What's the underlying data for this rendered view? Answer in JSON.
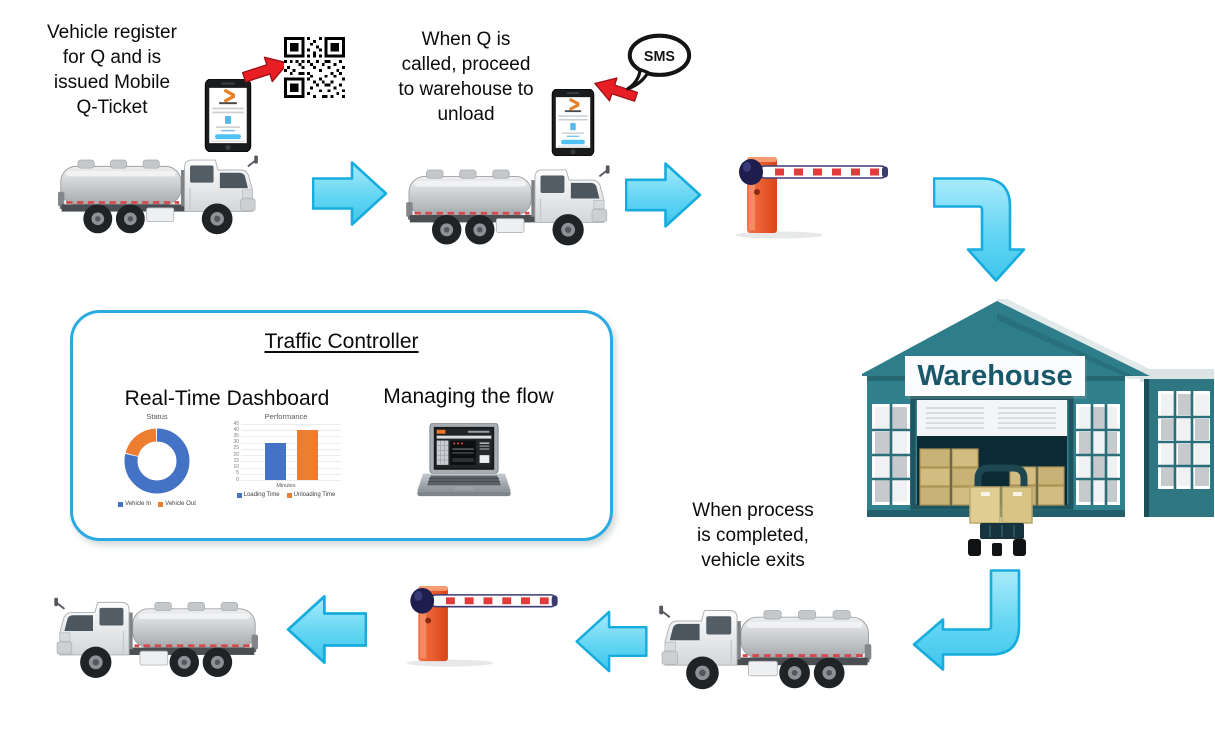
{
  "flow": {
    "step1_text": "Vehicle register\nfor Q and is\nissued Mobile\nQ-Ticket",
    "step2_text": "When Q is\ncalled, proceed\nto warehouse to\nunload",
    "step3_text": "When process\nis completed,\nvehicle exits",
    "sms_label": "SMS",
    "warehouse_sign": "Warehouse"
  },
  "traffic_controller": {
    "title": "Traffic Controller",
    "dashboard_label": "Real-Time Dashboard",
    "managing_label": "Managing the flow"
  },
  "chart_data": [
    {
      "type": "pie",
      "subtype": "donut",
      "title": "Status",
      "labels": [
        "Vehicle In",
        "Vehicle Out"
      ],
      "values": [
        79,
        21
      ],
      "colors": [
        "#4472C4",
        "#ED7D31"
      ],
      "legend_position": "bottom"
    },
    {
      "type": "bar",
      "title": "Performance",
      "categories": [
        "Minutes"
      ],
      "series": [
        {
          "name": "Loading Time",
          "values": [
            30
          ],
          "color": "#4472C4"
        },
        {
          "name": "Unloading Time",
          "values": [
            40
          ],
          "color": "#ED7D31"
        }
      ],
      "ylim": [
        0,
        45
      ],
      "ytick_step": 5,
      "grid": true,
      "legend_position": "bottom"
    }
  ],
  "colors": {
    "flow_arrow_fill": "#5BD6F2",
    "flow_arrow_border": "#17ACDE",
    "controller_border": "#2BAAE2",
    "warehouse_teal": "#2E7D8A",
    "barrier_orange": "#E85325",
    "red_arrow": "#E81E25",
    "chart_blue": "#4472C4",
    "chart_orange": "#ED7D31"
  }
}
